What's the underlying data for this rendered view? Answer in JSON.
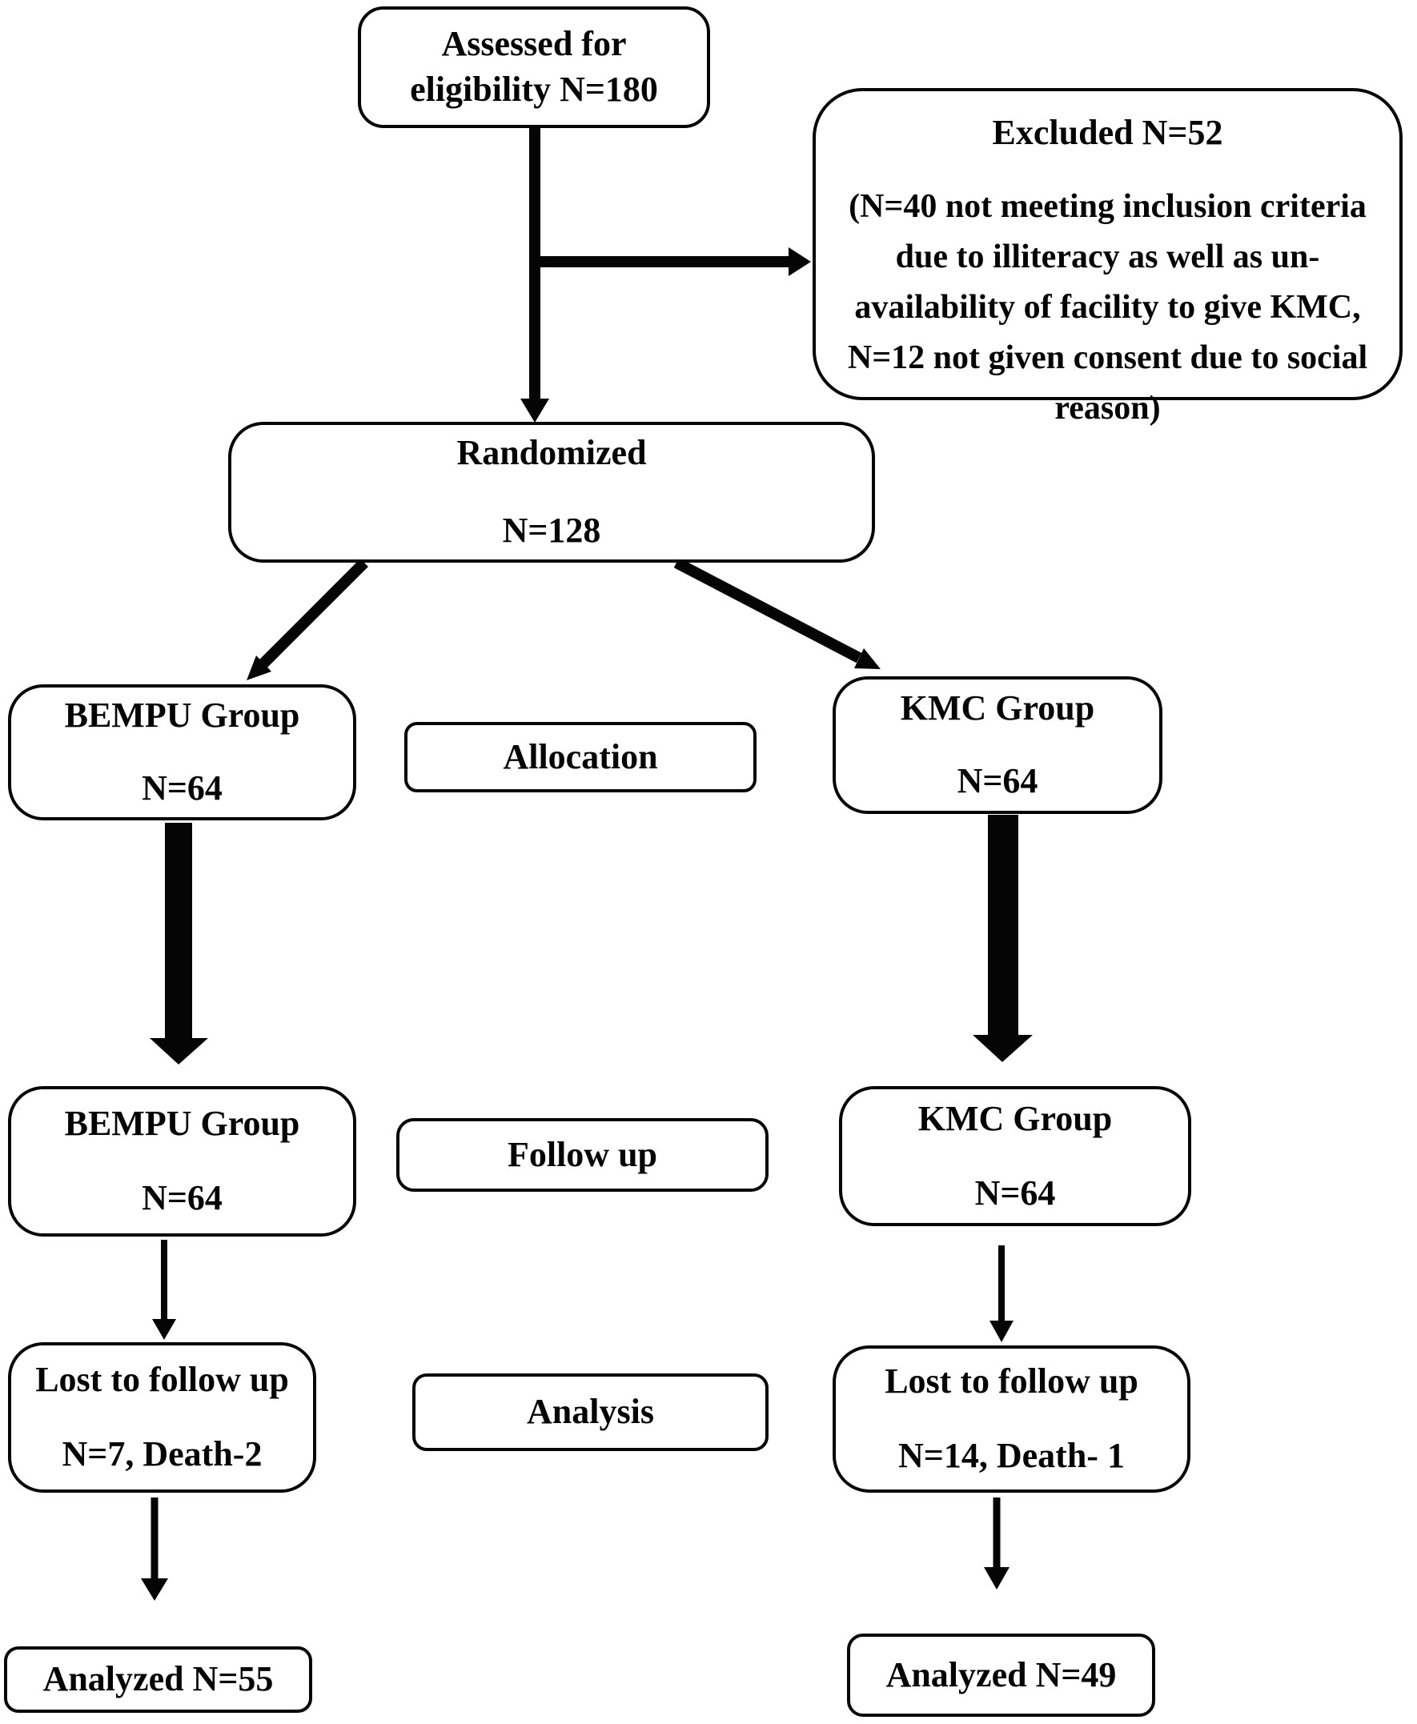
{
  "diagram": {
    "kind": "consort-flowchart",
    "colors": {
      "line": "#050505",
      "box_fill": "#ffffff",
      "background": "#ffffff"
    },
    "nodes": {
      "assessed": {
        "line1": "Assessed for",
        "line2": "eligibility N=180"
      },
      "excluded": {
        "title": "Excluded N=52",
        "detail": "(N=40 not meeting inclusion criteria due to illiteracy as well as un-availability of facility to give KMC, N=12 not given consent due to social reason)"
      },
      "randomized": {
        "line1": "Randomized",
        "line2": "N=128"
      },
      "bempu_allocated": {
        "line1": "BEMPU Group",
        "line2": "N=64"
      },
      "kmc_allocated": {
        "line1": "KMC Group",
        "line2": "N=64"
      },
      "bempu_followup": {
        "line1": "BEMPU Group",
        "line2": "N=64"
      },
      "kmc_followup": {
        "line1": "KMC Group",
        "line2": "N=64"
      },
      "bempu_lost": {
        "line1": "Lost to follow up",
        "line2": "N=7, Death-2"
      },
      "kmc_lost": {
        "line1": "Lost to follow up",
        "line2": "N=14, Death- 1"
      },
      "bempu_analyzed": {
        "line1": "Analyzed N=55"
      },
      "kmc_analyzed": {
        "line1": "Analyzed N=49"
      }
    },
    "stage_labels": {
      "allocation": "Allocation",
      "followup": "Follow up",
      "analysis": "Analysis"
    }
  }
}
